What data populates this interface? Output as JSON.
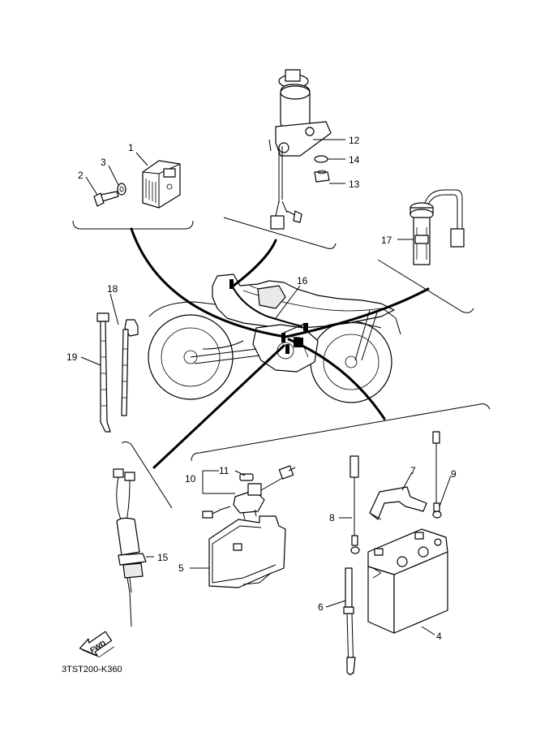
{
  "diagram_code": "3TST200-K360",
  "fwd_label": "FWD",
  "callouts": [
    {
      "id": "c1",
      "label": "1"
    },
    {
      "id": "c2",
      "label": "2"
    },
    {
      "id": "c3",
      "label": "3"
    },
    {
      "id": "c4",
      "label": "4"
    },
    {
      "id": "c5",
      "label": "5"
    },
    {
      "id": "c6",
      "label": "6"
    },
    {
      "id": "c7",
      "label": "7"
    },
    {
      "id": "c8",
      "label": "8"
    },
    {
      "id": "c9",
      "label": "9"
    },
    {
      "id": "c10",
      "label": "10"
    },
    {
      "id": "c11",
      "label": "11"
    },
    {
      "id": "c12",
      "label": "12"
    },
    {
      "id": "c13",
      "label": "13"
    },
    {
      "id": "c14",
      "label": "14"
    },
    {
      "id": "c15",
      "label": "15"
    },
    {
      "id": "c16",
      "label": "16"
    },
    {
      "id": "c17",
      "label": "17"
    },
    {
      "id": "c18",
      "label": "18"
    },
    {
      "id": "c19",
      "label": "19"
    }
  ]
}
